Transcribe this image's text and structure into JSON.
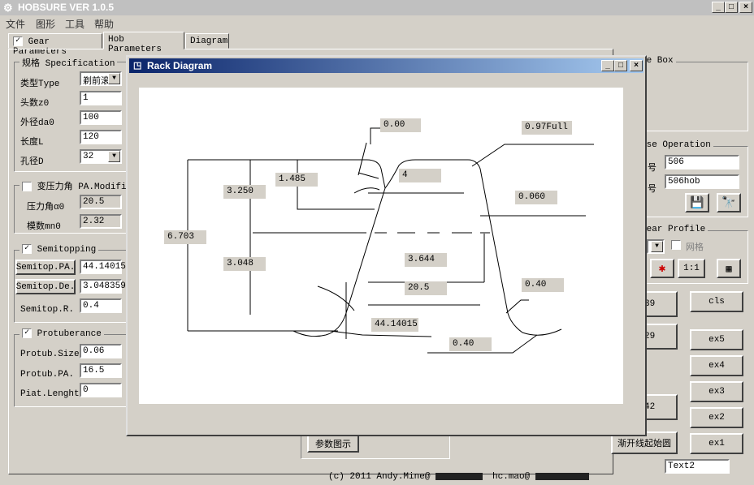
{
  "app": {
    "title": "HOBSURE VER 1.0.5"
  },
  "menu": [
    "文件",
    "图形",
    "工具",
    "帮助"
  ],
  "tabs": [
    "Gear Parameters",
    "Hob Parameters",
    "Diagram"
  ],
  "spec": {
    "title": "规格 Specification",
    "type_label": "类型Type",
    "type_value": "剃前滚",
    "z0_label": "头数z0",
    "z0_value": "1",
    "da0_label": "外径da0",
    "da0_value": "100",
    "L_label": "长度L",
    "L_value": "120",
    "D_label": "孔径D",
    "D_value": "32"
  },
  "pa_modify": {
    "title": "变压力角 PA.Modifi.",
    "alpha_label": "压力角α0",
    "alpha_value": "20.5",
    "mn_label": "模数mn0",
    "mn_value": "2.32"
  },
  "semitopping": {
    "title": "Semitopping",
    "pa_btn": "Semitop.PA.",
    "pa_value": "44.14015",
    "de_btn": "Semitop.De.",
    "de_value": "3.048359",
    "r_label": "Semitop.R.",
    "r_value": "0.4"
  },
  "protuberance": {
    "title": "Protuberance",
    "size_label": "Protub.Size",
    "size_value": "0.06",
    "pa_label": "Protub.PA.",
    "pa_value": "16.5",
    "piat_label": "Piat.Lenght",
    "piat_value": "0"
  },
  "right": {
    "box_title": "ge Box",
    "db_title": "ase Operation",
    "code1_label": "号",
    "code1_value": "506",
    "code2_label": "号",
    "code2_value": "506hob",
    "gear_profile_title": "Gear Profile",
    "grid_label": "网格",
    "ratio_btn": "1:1",
    "cmd39": "nd39",
    "cls": "cls",
    "cmd29": "nd29",
    "ex5": "ex5",
    "ex4": "ex4",
    "ex3": "ex3",
    "cmd42": "nd42",
    "ex2": "ex2",
    "involute_btn": "渐开线起始圆",
    "ex1": "ex1",
    "text2": "Text2"
  },
  "param_diagram_btn": "参数图示",
  "footer": {
    "text": "(c) 2011 Andy.Mine@",
    "email": "hc.mao@"
  },
  "dialog": {
    "title": "Rack Diagram",
    "labels": {
      "l000": "0.00",
      "l097": "0.97Full",
      "l1485": "1.485",
      "l3250": "3.250",
      "l4": "4",
      "l0060": "0.060",
      "l6703": "6.703",
      "l3048": "3.048",
      "l3644": "3.644",
      "l205": "20.5",
      "l040a": "0.40",
      "l44": "44.14015",
      "l040b": "0.40"
    }
  }
}
